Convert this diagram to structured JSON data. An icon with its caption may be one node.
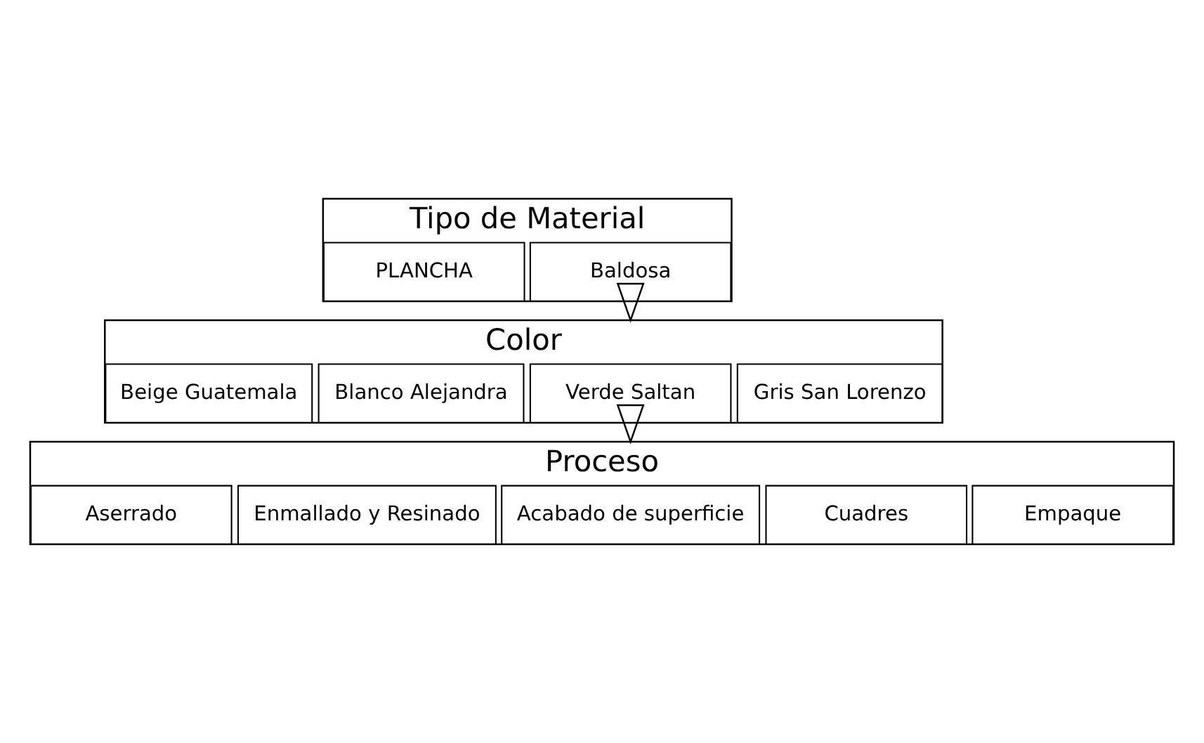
{
  "diagram": {
    "nodes": [
      {
        "text": [
          "Tipo de Material"
        ]
      },
      {
        "text": [
          "PLANCHA"
        ],
        "in": 0
      },
      {
        "text": [
          "Baldosa"
        ],
        "in": 0
      },
      {
        "text": [
          "Color"
        ]
      },
      {
        "text": [
          "Beige Guatemala"
        ],
        "in": 3
      },
      {
        "text": [
          "Blanco Alejandra"
        ],
        "in": 3
      },
      {
        "text": [
          "Verde Saltan"
        ],
        "in": 3
      },
      {
        "text": [
          "Gris San Lorenzo"
        ],
        "in": 3
      },
      {
        "text": [
          "Proceso"
        ]
      },
      {
        "text": [
          "Aserrado"
        ],
        "in": 8
      },
      {
        "text": [
          "Enmallado y Resinado"
        ],
        "in": 8
      },
      {
        "text": [
          "Acabado de superficie"
        ],
        "in": 8
      },
      {
        "text": [
          "Cuadres"
        ],
        "in": 8
      },
      {
        "text": [
          "Empaque"
        ],
        "in": 8
      }
    ],
    "edges": [
      {
        "from": 0,
        "to": 3,
        "arrow": "to"
      },
      {
        "from": 3,
        "to": 8,
        "arrow": "to"
      }
    ]
  }
}
